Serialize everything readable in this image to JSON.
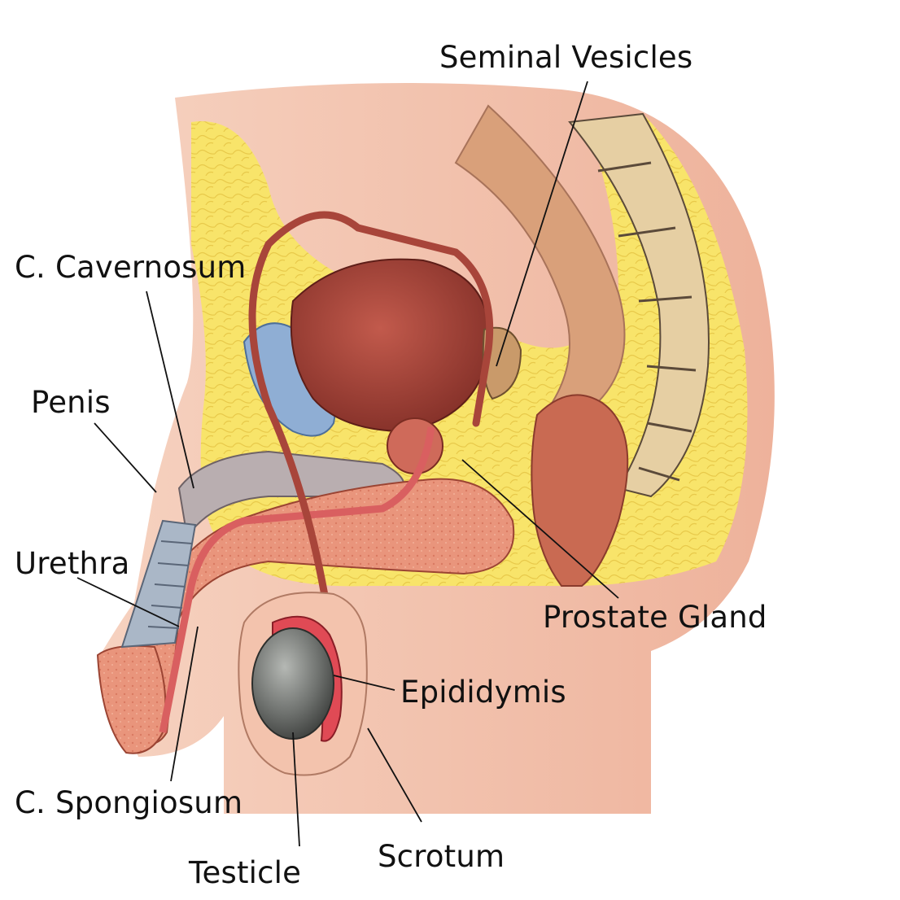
{
  "labels": {
    "seminal_vesicles": "Seminal Vesicles",
    "c_cavernosum": "C. Cavernosum",
    "penis": "Penis",
    "urethra": "Urethra",
    "prostate_gland": "Prostate Gland",
    "epididymis": "Epididymis",
    "c_spongiosum": "C. Spongiosum",
    "testicle": "Testicle",
    "scrotum": "Scrotum"
  },
  "colors": {
    "skin": "#f3c3ad",
    "fat": "#f8e46a",
    "bladder": "#a8453a",
    "spongy_tissue": "#e9957c",
    "testicle": "#6f726f",
    "cavernosum": "#b9aeb0",
    "bone": "#e6cfa3",
    "pubic_bone": "#8faed4",
    "leader_lines": "#111111"
  }
}
